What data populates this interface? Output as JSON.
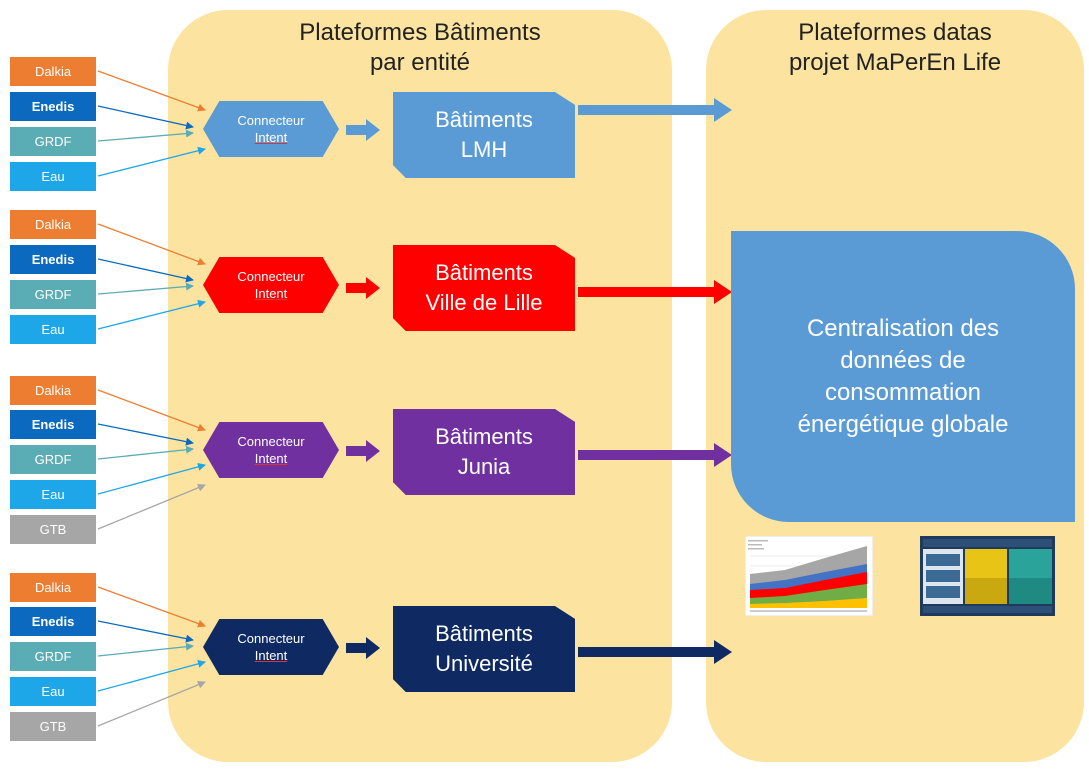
{
  "panels": {
    "left_title_line1": "Plateformes Bâtiments",
    "left_title_line2": "par entité",
    "right_title_line1": "Plateformes datas",
    "right_title_line2": "projet MaPerEn Life"
  },
  "colors": {
    "panel": "#fce4a0",
    "dalkia": "#ed7d31",
    "enedis": "#0b6abf",
    "grdf": "#5aacb5",
    "eau": "#1da6e8",
    "gtb": "#a6a6a6",
    "lmh": "#5b9bd5",
    "lille": "#ff0000",
    "junia": "#7030a0",
    "universite": "#0f2a63"
  },
  "groups": [
    {
      "sources": [
        {
          "label": "Dalkia",
          "key": "dalkia"
        },
        {
          "label": "Enedis",
          "key": "enedis"
        },
        {
          "label": "GRDF",
          "key": "grdf"
        },
        {
          "label": "Eau",
          "key": "eau"
        }
      ],
      "connector_line1": "Connecteur",
      "connector_line2": "Intent",
      "building_line1": "Bâtiments",
      "building_line2": "LMH",
      "color_key": "lmh"
    },
    {
      "sources": [
        {
          "label": "Dalkia",
          "key": "dalkia"
        },
        {
          "label": "Enedis",
          "key": "enedis"
        },
        {
          "label": "GRDF",
          "key": "grdf"
        },
        {
          "label": "Eau",
          "key": "eau"
        }
      ],
      "connector_line1": "Connecteur",
      "connector_line2": "Intent",
      "building_line1": "Bâtiments",
      "building_line2": "Ville de Lille",
      "color_key": "lille"
    },
    {
      "sources": [
        {
          "label": "Dalkia",
          "key": "dalkia"
        },
        {
          "label": "Enedis",
          "key": "enedis"
        },
        {
          "label": "GRDF",
          "key": "grdf"
        },
        {
          "label": "Eau",
          "key": "eau"
        },
        {
          "label": "GTB",
          "key": "gtb"
        }
      ],
      "connector_line1": "Connecteur",
      "connector_line2": "Intent",
      "building_line1": "Bâtiments",
      "building_line2": "Junia",
      "color_key": "junia"
    },
    {
      "sources": [
        {
          "label": "Dalkia",
          "key": "dalkia"
        },
        {
          "label": "Enedis",
          "key": "enedis"
        },
        {
          "label": "GRDF",
          "key": "grdf"
        },
        {
          "label": "Eau",
          "key": "eau"
        },
        {
          "label": "GTB",
          "key": "gtb"
        }
      ],
      "connector_line1": "Connecteur",
      "connector_line2": "Intent",
      "building_line1": "Bâtiments",
      "building_line2": "Université",
      "color_key": "universite"
    }
  ],
  "central": {
    "line1": "Centralisation des",
    "line2": "données de",
    "line3": "consommation",
    "line4": "énergétique globale"
  }
}
